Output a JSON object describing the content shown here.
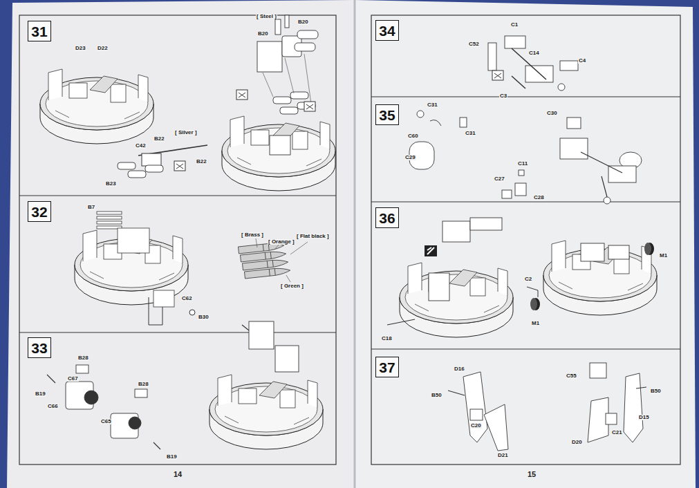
{
  "diagram": {
    "nodes": [
      {
        "text": [
          "31"
        ]
      },
      {
        "text": [
          "32"
        ]
      },
      {
        "text": [
          "33"
        ]
      },
      {
        "text": [
          "34"
        ]
      },
      {
        "text": [
          "35"
        ]
      },
      {
        "text": [
          "36"
        ]
      },
      {
        "text": [
          "37"
        ]
      }
    ],
    "labels": [
      "D23",
      "D22",
      "[ Steel ]",
      "B20",
      "B20",
      "C42",
      "B22",
      "[ Silver ]",
      "B22",
      "B23",
      "B7",
      "C62",
      "B30",
      "[ Brass ]",
      "[ Orange ]",
      "[ Flat black ]",
      "[ Green ]",
      "B28",
      "C67",
      "B19",
      "C66",
      "B28",
      "C65",
      "B19",
      "14",
      "C1",
      "C52",
      "C14",
      "C4",
      "C3",
      "C31",
      "C60",
      "C31",
      "C29",
      "C30",
      "C11",
      "C27",
      "C28",
      "M1",
      "C2",
      "M1",
      "C18",
      "D16",
      "B50",
      "C20",
      "D21",
      "C55",
      "B50",
      "D15",
      "C21",
      "D20",
      "15"
    ]
  }
}
